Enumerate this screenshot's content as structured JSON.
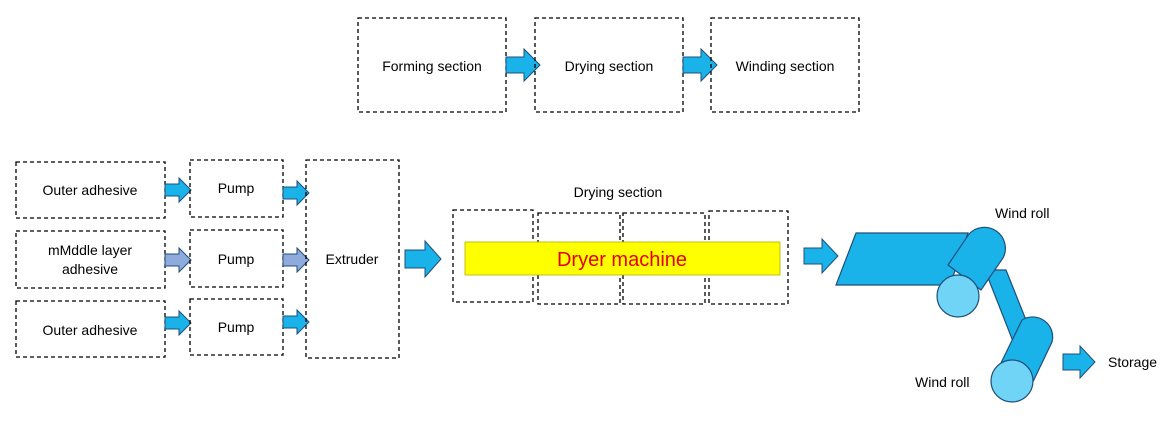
{
  "top_flow": {
    "forming": "Forming section",
    "drying": "Drying section",
    "winding": "Winding section"
  },
  "inputs": {
    "outer_top": "Outer adhesive",
    "middle_line1": "mMddle layer",
    "middle_line2": "adhesive",
    "outer_bottom": "Outer adhesive"
  },
  "pumps": {
    "label": "Pump"
  },
  "extruder": {
    "label": "Extruder"
  },
  "dryer": {
    "section_label": "Drying section",
    "machine_label": "Dryer machine",
    "machine_fill": "#ffff00",
    "machine_text_color": "#e60000"
  },
  "winding": {
    "wind_roll_top": "Wind roll",
    "wind_roll_bottom": "Wind roll",
    "storage": "Storage"
  },
  "colors": {
    "arrow_blue": "#19b3ea",
    "arrow_grey": "#8faadc",
    "outline": "#1f4e79"
  }
}
